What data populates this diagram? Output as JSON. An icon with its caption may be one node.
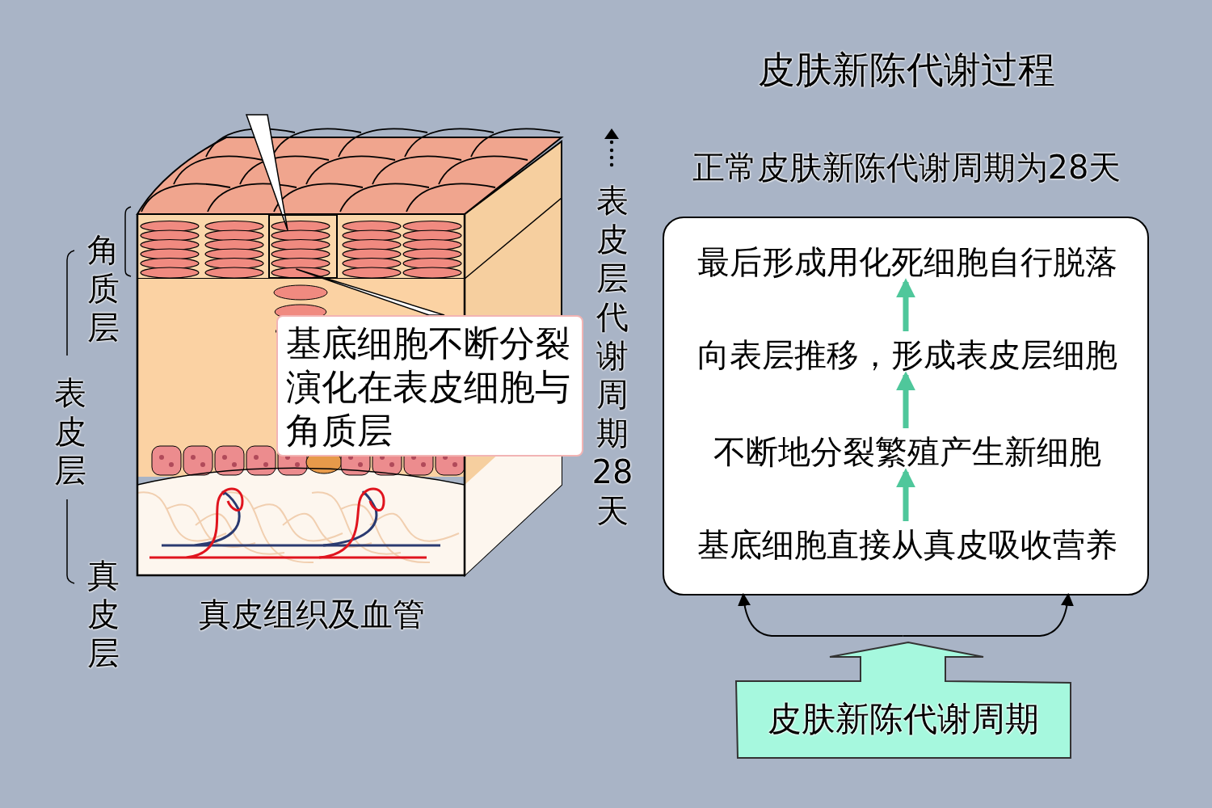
{
  "diagram": {
    "title": "皮肤新陈代谢过程",
    "nodes": [
      {
        "text": [],
        "shape": "picture"
      },
      {
        "text": [],
        "shape": "box",
        "in": 0
      },
      {
        "text": [
          "基底细胞不断分裂演化在表皮细胞与角质层"
        ]
      },
      {
        "text": [],
        "shape": "box"
      },
      {
        "text": [
          "最后形成用化死细胞自行脱落"
        ],
        "in": 3
      },
      {
        "text": [
          "向表层推移，形成表皮层细胞"
        ],
        "in": 3
      },
      {
        "text": [
          "不断地分裂繁殖产生新细胞"
        ],
        "in": 3
      },
      {
        "text": [
          "基底细胞直接从真皮吸收营养"
        ],
        "in": 3
      },
      {
        "text": [
          "皮肤新陈代谢周期"
        ]
      }
    ],
    "edges": [
      {
        "from": 2,
        "to": 1,
        "arrow": "none"
      },
      {
        "from": 7,
        "to": 6,
        "arrow": "to"
      },
      {
        "from": 6,
        "to": 5,
        "arrow": "to"
      },
      {
        "from": 5,
        "to": 4,
        "arrow": "to"
      },
      {
        "from": 8,
        "to": 3,
        "arrow": "to",
        "color": "#000000"
      },
      {
        "from": 8,
        "to": 3,
        "arrow": "to",
        "color": "#000000"
      }
    ],
    "labels": [
      "表皮层代谢周期28天",
      "正常皮肤新陈代谢周期为28天",
      "角质层",
      "表皮层",
      "真皮层",
      "真皮组织及血管"
    ]
  }
}
